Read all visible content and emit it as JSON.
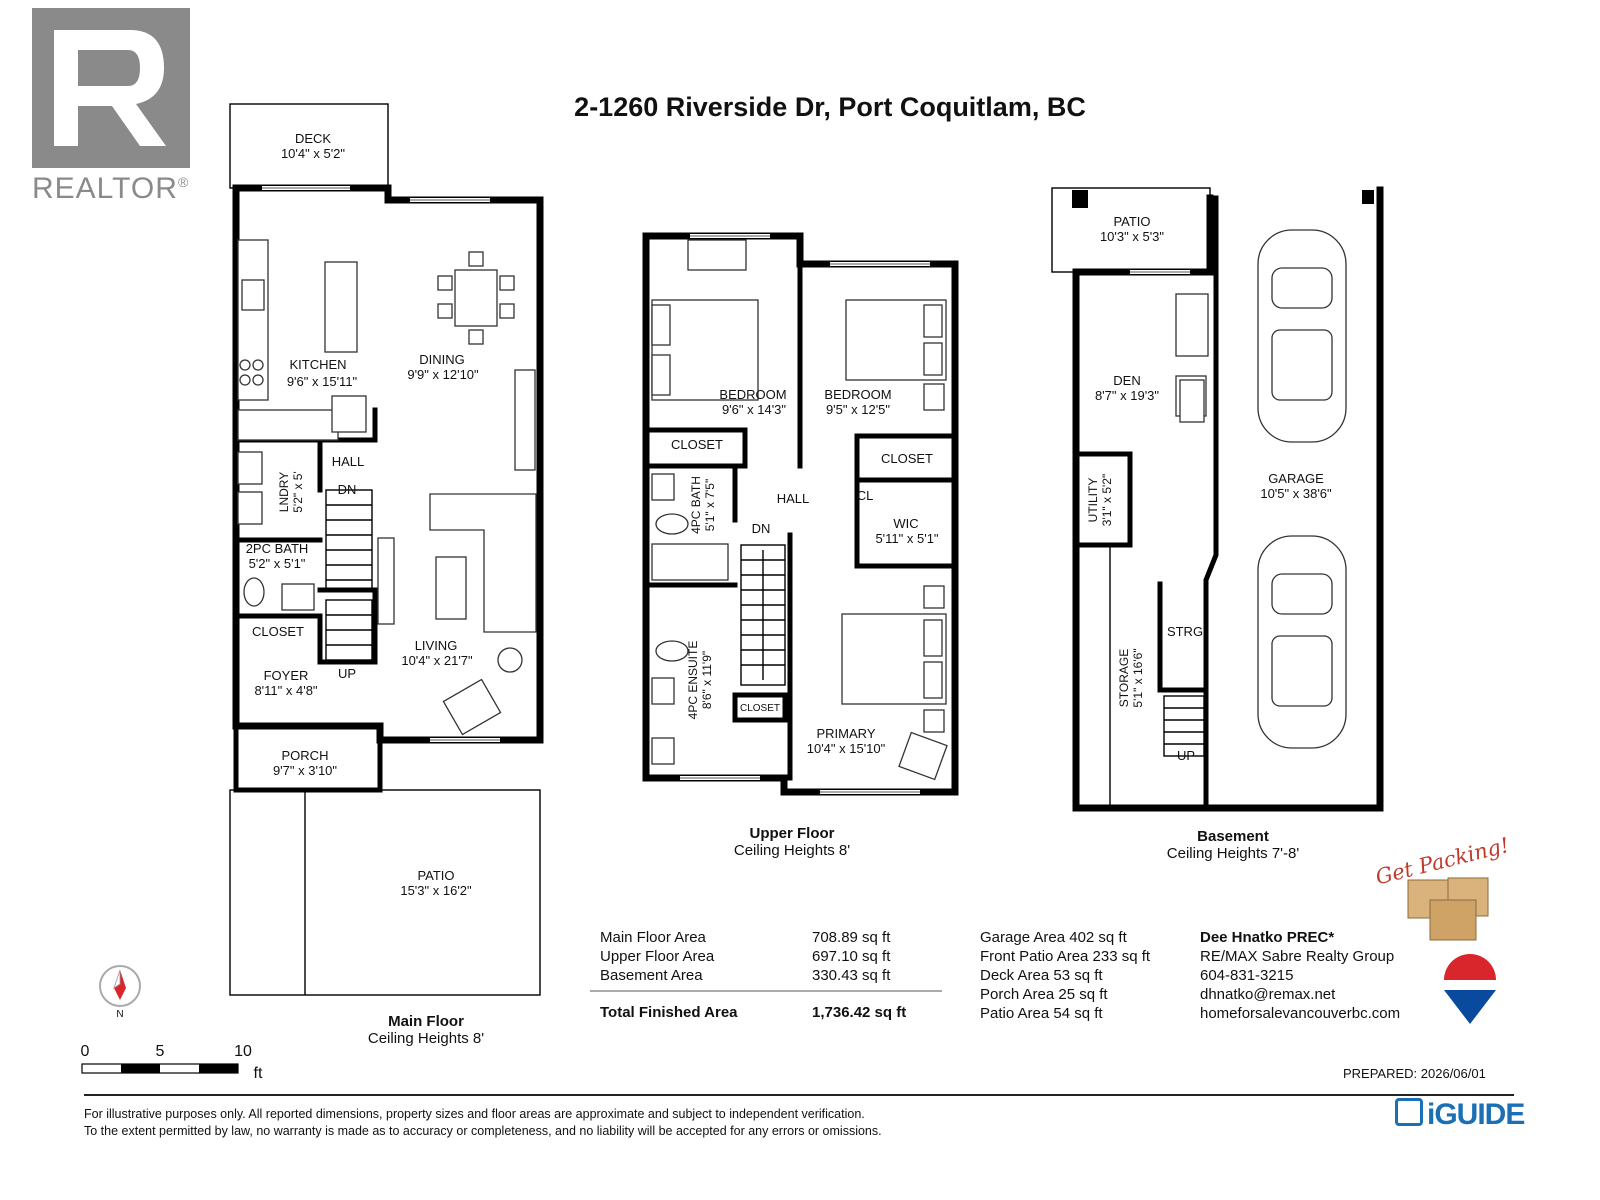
{
  "title": "2-1260 Riverside Dr, Port Coquitlam, BC",
  "realtor_logo": {
    "text": "REALTOR",
    "mark": "®"
  },
  "rooms": {
    "deck": {
      "name": "DECK",
      "dim": "10'4\" x 5'2\""
    },
    "kitchen": {
      "name": "KITCHEN",
      "dim": "9'6\" x 15'11\""
    },
    "dining": {
      "name": "DINING",
      "dim": "9'9\" x 12'10\""
    },
    "hall_main": {
      "name": "HALL"
    },
    "dn_main": {
      "name": "DN"
    },
    "lndry": {
      "name": "LNDRY",
      "dim": "5'2\" x 5'"
    },
    "bath2": {
      "name": "2PC BATH",
      "dim": "5'2\" x 5'1\""
    },
    "closet_main": {
      "name": "CLOSET"
    },
    "foyer": {
      "name": "FOYER",
      "dim": "8'11\" x 4'8\""
    },
    "up_main": {
      "name": "UP"
    },
    "living": {
      "name": "LIVING",
      "dim": "10'4\" x 21'7\""
    },
    "porch": {
      "name": "PORCH",
      "dim": "9'7\" x 3'10\""
    },
    "patio_main": {
      "name": "PATIO",
      "dim": "15'3\" x 16'2\""
    },
    "bed1": {
      "name": "BEDROOM",
      "dim": "9'6\" x 14'3\""
    },
    "bed2": {
      "name": "BEDROOM",
      "dim": "9'5\" x 12'5\""
    },
    "closet_u1": {
      "name": "CLOSET"
    },
    "closet_u2": {
      "name": "CLOSET"
    },
    "bath4": {
      "name": "4PC BATH",
      "dim": "5'1\" x 7'5\""
    },
    "hall_up": {
      "name": "HALL"
    },
    "cl": {
      "name": "CL"
    },
    "dn_up": {
      "name": "DN"
    },
    "wic": {
      "name": "WIC",
      "dim": "5'11\" x 5'1\""
    },
    "ensuite": {
      "name": "4PC ENSUITE",
      "dim": "8'6\" x 11'9\""
    },
    "closet_u3": {
      "name": "CLOSET"
    },
    "primary": {
      "name": "PRIMARY",
      "dim": "10'4\" x 15'10\""
    },
    "patio_base": {
      "name": "PATIO",
      "dim": "10'3\" x 5'3\""
    },
    "den": {
      "name": "DEN",
      "dim": "8'7\" x 19'3\""
    },
    "utility": {
      "name": "UTILITY",
      "dim": "3'1\" x 5'2\""
    },
    "garage": {
      "name": "GARAGE",
      "dim": "10'5\" x 38'6\""
    },
    "strg": {
      "name": "STRG"
    },
    "storage": {
      "name": "STORAGE",
      "dim": "5'1\" x 16'6\""
    },
    "up_base": {
      "name": "UP"
    }
  },
  "floors": {
    "main": {
      "name": "Main Floor",
      "ceiling": "Ceiling Heights 8'"
    },
    "upper": {
      "name": "Upper Floor",
      "ceiling": "Ceiling Heights 8'"
    },
    "basement": {
      "name": "Basement",
      "ceiling": "Ceiling Heights 7'-8'"
    }
  },
  "areas": [
    {
      "label": "Main Floor Area",
      "value": "708.89 sq ft"
    },
    {
      "label": "Upper Floor Area",
      "value": "697.10 sq ft"
    },
    {
      "label": "Basement Area",
      "value": "330.43 sq ft"
    }
  ],
  "total": {
    "label": "Total Finished Area",
    "value": "1,736.42 sq ft"
  },
  "other_areas": [
    "Garage Area 402 sq ft",
    "Front Patio Area 233 sq ft",
    "Deck Area 53 sq ft",
    "Porch Area 25 sq ft",
    "Patio Area 54 sq ft"
  ],
  "agent": {
    "name": "Dee Hnatko PREC*",
    "company": "RE/MAX Sabre Realty Group",
    "phone": "604-831-3215",
    "email": "dhnatko@remax.net",
    "website": "homeforsalevancouverbc.com"
  },
  "get_packing": "Get Packing!",
  "compass": "N",
  "scale": {
    "labels": [
      "0",
      "5",
      "10"
    ],
    "unit": "ft"
  },
  "prepared": "PREPARED: 2026/06/01",
  "disclaimer": [
    "For illustrative purposes only. All reported dimensions, property sizes and floor areas are approximate and subject to independent verification.",
    "To the extent permitted by law, no warranty is made as to accuracy or completeness, and no liability will be accepted for any errors or omissions."
  ],
  "iguide": "iGUIDE",
  "colors": {
    "remax_red": "#d9262c",
    "remax_blue": "#0a4a9e",
    "iguide_blue": "#1a6fb5",
    "realtor_grey": "#8a8a8a",
    "packing_red": "#c0392b",
    "box_tan": "#d9b27c"
  }
}
